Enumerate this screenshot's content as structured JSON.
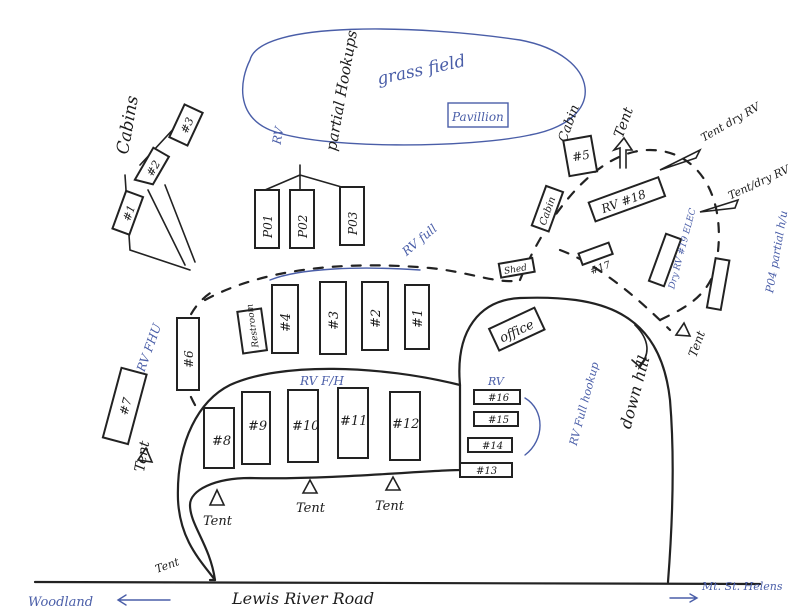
{
  "labels": {
    "grass_field": "grass field",
    "pavilion": "Pavillion",
    "cabins": "Cabins",
    "rv_partial": "RV partial Hookups",
    "rv_full_top": "RV full",
    "rv_fhu_left": "RV FHU",
    "rv_fh_mid": "RV F/H",
    "rv_right": "RV",
    "rv_full_hookup": "RV Full hookup",
    "office": "office",
    "shed": "Shed",
    "cabin_mid": "Cabin",
    "cabin_top": "Cabin",
    "tent_top": "Tent",
    "tent_dry_rv": "Tent dry RV",
    "tent_dry_rv2": "Tent/dry RV",
    "dry_rv": "Dry RV #19 ELEC",
    "p04": "P04 partial h/u",
    "tent_right": "Tent",
    "down_hill": "down hill",
    "tent_left": "Tent",
    "tent_bottom1": "Tent",
    "tent_bottom2": "Tent",
    "tent_bottom3": "Tent",
    "tent_corner": "Tent",
    "road": "Lewis River Road",
    "woodland": "Woodland",
    "mt_st_helens": "Mt. St. Helens"
  },
  "sites": {
    "c1": "#1",
    "c2": "#2",
    "c3": "#3",
    "p01": "P01",
    "p02": "P02",
    "p03": "P03",
    "s1": "#1",
    "s2": "#2",
    "s3": "#3",
    "s4": "#4",
    "s5": "#5",
    "s6": "#6",
    "s7": "#7",
    "s8": "#8",
    "s9": "#9",
    "s10": "#10",
    "s11": "#11",
    "s12": "#12",
    "s13": "#13",
    "s14": "#14",
    "s15": "#15",
    "s16": "#16",
    "s17": "#17",
    "s18": "RV #18",
    "restroom": "Restroom"
  }
}
